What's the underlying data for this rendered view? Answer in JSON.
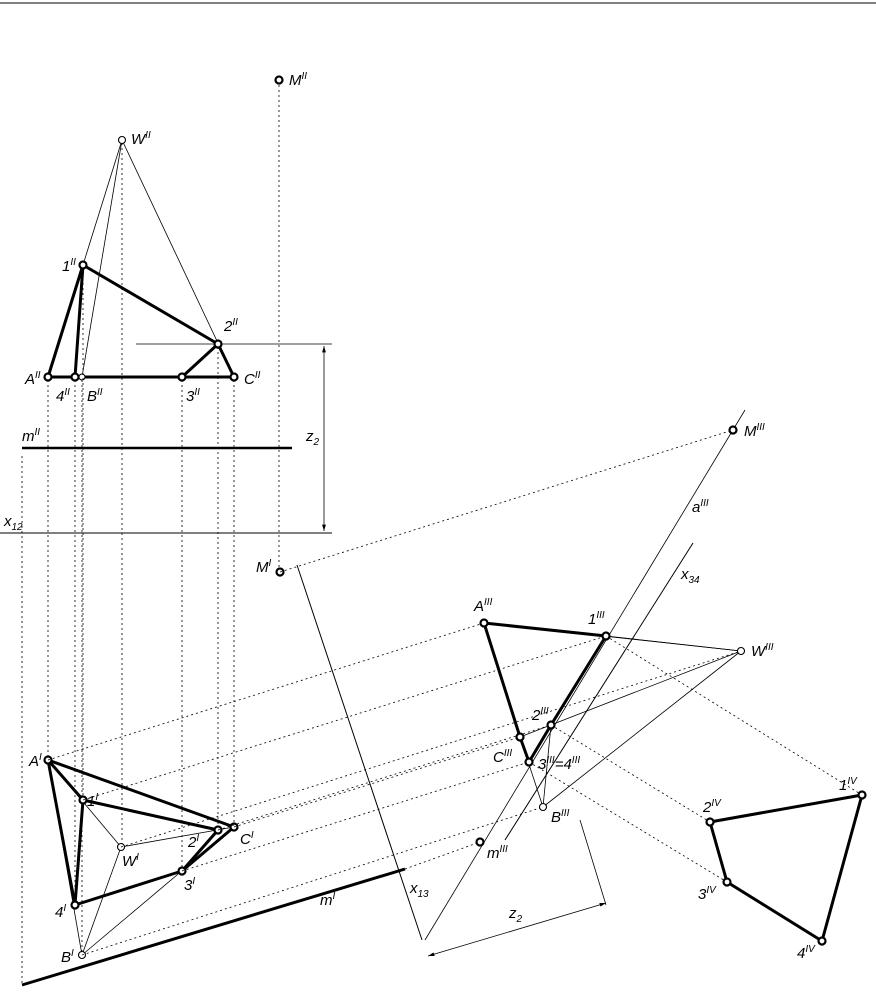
{
  "labels": {
    "M2": "M",
    "M2_sup": "II",
    "W2": "W",
    "W2_sup": "II",
    "p1_2": "1",
    "p1_2_sup": "II",
    "p2_2": "2",
    "p2_2_sup": "II",
    "A2": "A",
    "A2_sup": "II",
    "p4_2": "4",
    "p4_2_sup": "II",
    "B2": "B",
    "B2_sup": "II",
    "p3_2": "3",
    "p3_2_sup": "II",
    "C2": "C",
    "C2_sup": "II",
    "m2": "m",
    "m2_sup": "II",
    "z2_top": "z",
    "z2_top_sub": "2",
    "x12": "x",
    "x12_sub": "12",
    "M1": "M",
    "M1_sup": "I",
    "A1": "A",
    "A1_sup": "I",
    "p1_1": "1",
    "p1_1_sup": "I",
    "W1": "W",
    "W1_sup": "I",
    "p2_1": "2",
    "p2_1_sup": "I",
    "C1": "C",
    "C1_sup": "I",
    "p3_1": "3",
    "p3_1_sup": "I",
    "p4_1": "4",
    "p4_1_sup": "I",
    "B1": "B",
    "B1_sup": "I",
    "m1": "m",
    "m1_sup": "I",
    "x13": "x",
    "x13_sub": "13",
    "M3": "M",
    "M3_sup": "III",
    "a3": "a",
    "a3_sup": "III",
    "x34": "x",
    "x34_sub": "34",
    "A3": "A",
    "A3_sup": "III",
    "p1_3": "1",
    "p1_3_sup": "III",
    "W3": "W",
    "W3_sup": "III",
    "p2_3": "2",
    "p2_3_sup": "III",
    "C3": "C",
    "C3_sup": "III",
    "p34_3": "3",
    "p34_3_sup": "III",
    "p34_3_mid": "=4",
    "p34_3_sup2": "III",
    "B3": "B",
    "B3_sup": "III",
    "m3": "m",
    "m3_sup": "III",
    "z2_bottom": "z",
    "z2_bottom_sub": "2",
    "p1_4": "1",
    "p1_4_sup": "IV",
    "p2_4": "2",
    "p2_4_sup": "IV",
    "p3_4": "3",
    "p3_4_sup": "IV",
    "p4_4": "4",
    "p4_4_sup": "IV"
  }
}
